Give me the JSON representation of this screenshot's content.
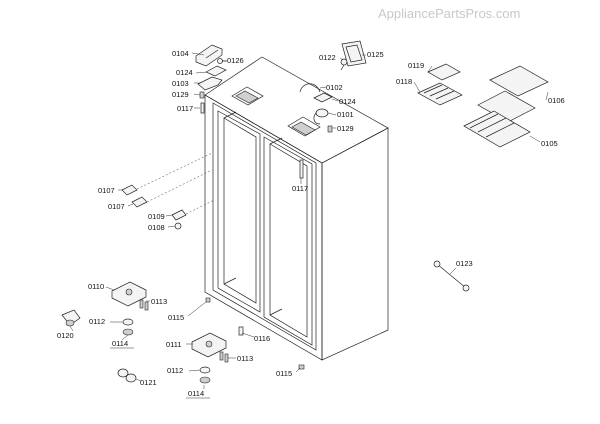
{
  "watermark": "AppliancePartsPros.com",
  "labels": {
    "p0104": "0104",
    "p0126": "0126",
    "p0124a": "0124",
    "p0103": "0103",
    "p0129a": "0129",
    "p0117a": "0117",
    "p0122": "0122",
    "p0125": "0125",
    "p0102": "0102",
    "p0124b": "0124",
    "p0101": "0101",
    "p0129b": "0129",
    "p0119": "0119",
    "p0118": "0118",
    "p0106": "0106",
    "p0105": "0105",
    "p0117b": "0117",
    "p0107a": "0107",
    "p0107b": "0107",
    "p0109": "0109",
    "p0108": "0108",
    "p0123": "0123",
    "p0110": "0110",
    "p0113a": "0113",
    "p0112a": "0112",
    "p0120": "0120",
    "p0114a": "0114",
    "p0115a": "0115",
    "p0116": "0116",
    "p0111": "0111",
    "p0113b": "0113",
    "p0112b": "0112",
    "p0121": "0121",
    "p0114b": "0114",
    "p0115b": "0115"
  }
}
